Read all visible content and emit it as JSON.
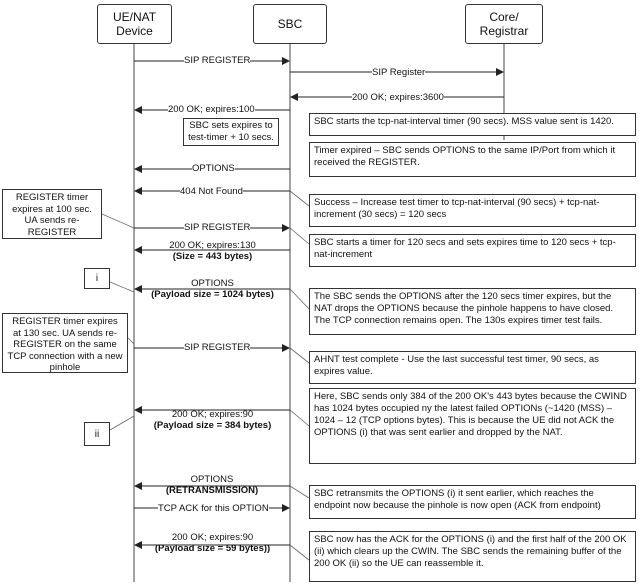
{
  "participants": {
    "ue": "UE/NAT\nDevice",
    "sbc": "SBC",
    "core": "Core/\nRegistrar"
  },
  "messages": {
    "m1": "SIP REGISTER",
    "m2": "SIP Register",
    "m3": "200 OK; expires:3600",
    "m4": "200 OK; expires:100",
    "m5": "OPTIONS",
    "m6": "404 Not Found",
    "m7": "SIP REGISTER",
    "m8a": "200 OK; expires:130",
    "m8b": "(Size = 443 bytes)",
    "m9a": "OPTIONS",
    "m9b": "(Payload size = 1024 bytes)",
    "m10": "SIP REGISTER",
    "m11a": "200 OK; expires:90",
    "m11b": "(Payload size = 384 bytes)",
    "m12a": "OPTIONS",
    "m12b": "(RETRANSMISSION)",
    "m13": "TCP ACK for this OPTION",
    "m14a": "200 OK; expires:90",
    "m14b": "(Payload size = 59 bytes))"
  },
  "sbc_note": "SBC sets expires to\ntest-timer + 10 secs.",
  "notes": {
    "n1": "SBC starts the tcp-nat-interval timer (90 secs). MSS value sent is 1420.",
    "n2": "Timer expired – SBC sends OPTIONS to the same IP/Port from which it received the REGISTER.",
    "n3": "Success – Increase test timer to tcp-nat-interval (90 secs) + tcp-nat-increment (30 secs) = 120 secs",
    "n4": "SBC starts a timer for 120 secs and sets expires time to 120 secs + tcp-nat-increment",
    "n5": "The SBC sends the OPTIONS after the 120 secs timer expires, but the NAT drops the OPTIONS because the pinhole happens to have closed. The TCP connection remains open. The 130s expires timer test fails.",
    "n6": "AHNT test complete - Use the last successful test timer, 90 secs, as expires value.",
    "n7": "Here, SBC sends only 384 of the 200 OK's 443 bytes because the CWIND has 1024 bytes occupied ny the latest failed OPTIONs (~1420 (MSS) – 1024 – 12 (TCP options bytes). This is because the UE did not ACK the OPTIONS (i) that was sent earlier and dropped by the NAT.",
    "n8": "SBC retransmits the OPTIONS (i) it sent earlier, which reaches the endpoint now because the pinhole is now open (ACK from endpoint)",
    "n9": "SBC now has the ACK for the OPTIONS (i) and the first half of the 200 OK (ii) which clears up the CWIN. The SBC sends the remaining buffer of the 200 OK (ii) so the UE can reassemble it."
  },
  "left_notes": {
    "l1": "REGISTER timer expires at 100 sec. UA sends re-REGISTER",
    "l2": "REGISTER timer expires at 130 sec. UA sends re-REGISTER on the same TCP connection with a new pinhole"
  },
  "markers": {
    "i": "i",
    "ii": "ii"
  }
}
